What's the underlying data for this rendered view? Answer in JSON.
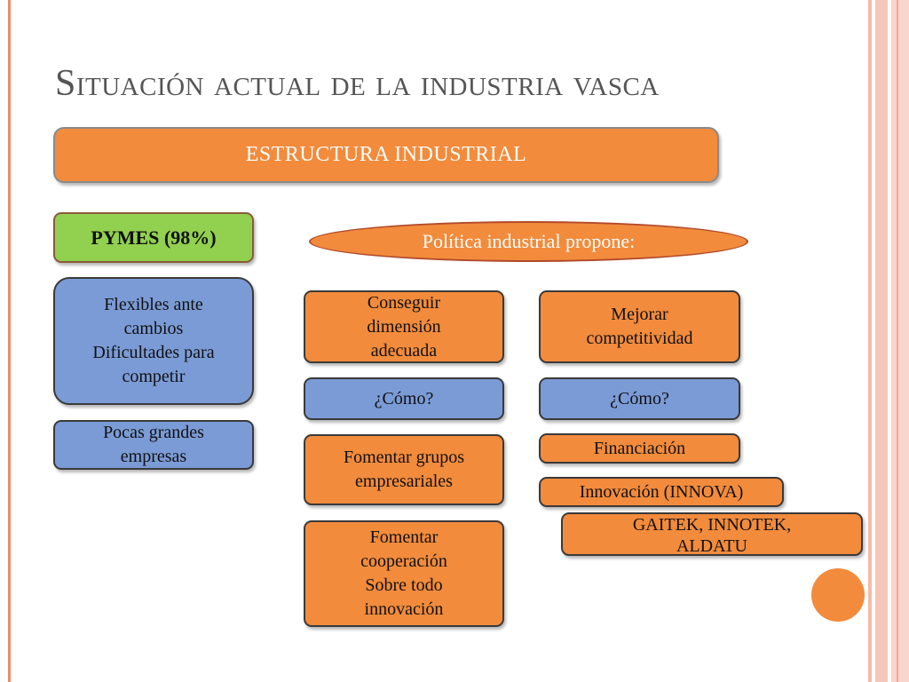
{
  "title": "Situación actual de la industria vasca",
  "header": "ESTRUCTURA INDUSTRIAL",
  "left": {
    "pymes": "PYMES (98%)",
    "flexibles": [
      "Flexibles ante",
      "cambios",
      "Dificultades para",
      "competir"
    ],
    "pocas": [
      "Pocas grandes",
      "empresas"
    ]
  },
  "policy": {
    "label": "Política industrial propone:",
    "conseguir": [
      "Conseguir",
      "dimensión",
      "adecuada"
    ],
    "mejorar": [
      "Mejorar",
      "competitividad"
    ],
    "como_left": "¿Cómo?",
    "como_right": "¿Cómo?",
    "fomentar_grupos": [
      "Fomentar grupos",
      "empresariales"
    ],
    "fomentar_coop": [
      "Fomentar",
      "cooperación",
      "Sobre todo",
      "innovación"
    ],
    "financiacion": "Financiación",
    "innovacion": "Innovación (INNOVA)",
    "gaitek": [
      "GAITEK, INNOTEK,",
      "ALDATU"
    ]
  },
  "colors": {
    "orange": "#f28b3c",
    "blue": "#7b9bd6",
    "green": "#92d050",
    "accent": "#f08a6e"
  }
}
